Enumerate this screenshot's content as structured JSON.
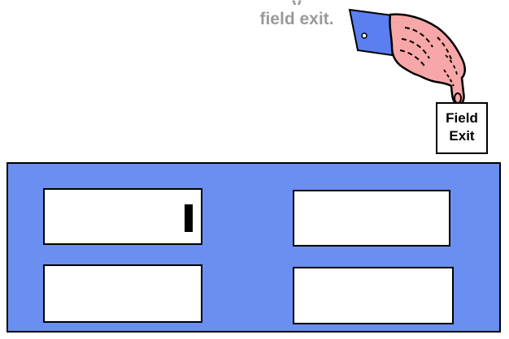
{
  "caption": {
    "line_cut": "y",
    "line": "field exit."
  },
  "key": {
    "line1": "Field",
    "line2": "Exit"
  },
  "colors": {
    "panel_blue": "#6b8ff0",
    "sleeve_blue": "#5b7ef0",
    "hand_pink": "#f7a7a7",
    "caption_gray": "#9a9a9a"
  },
  "icons": {
    "hand": "pointing-hand-icon",
    "cursor": "text-cursor-icon"
  },
  "fields": {
    "count": 4,
    "active_field": "top-left"
  }
}
